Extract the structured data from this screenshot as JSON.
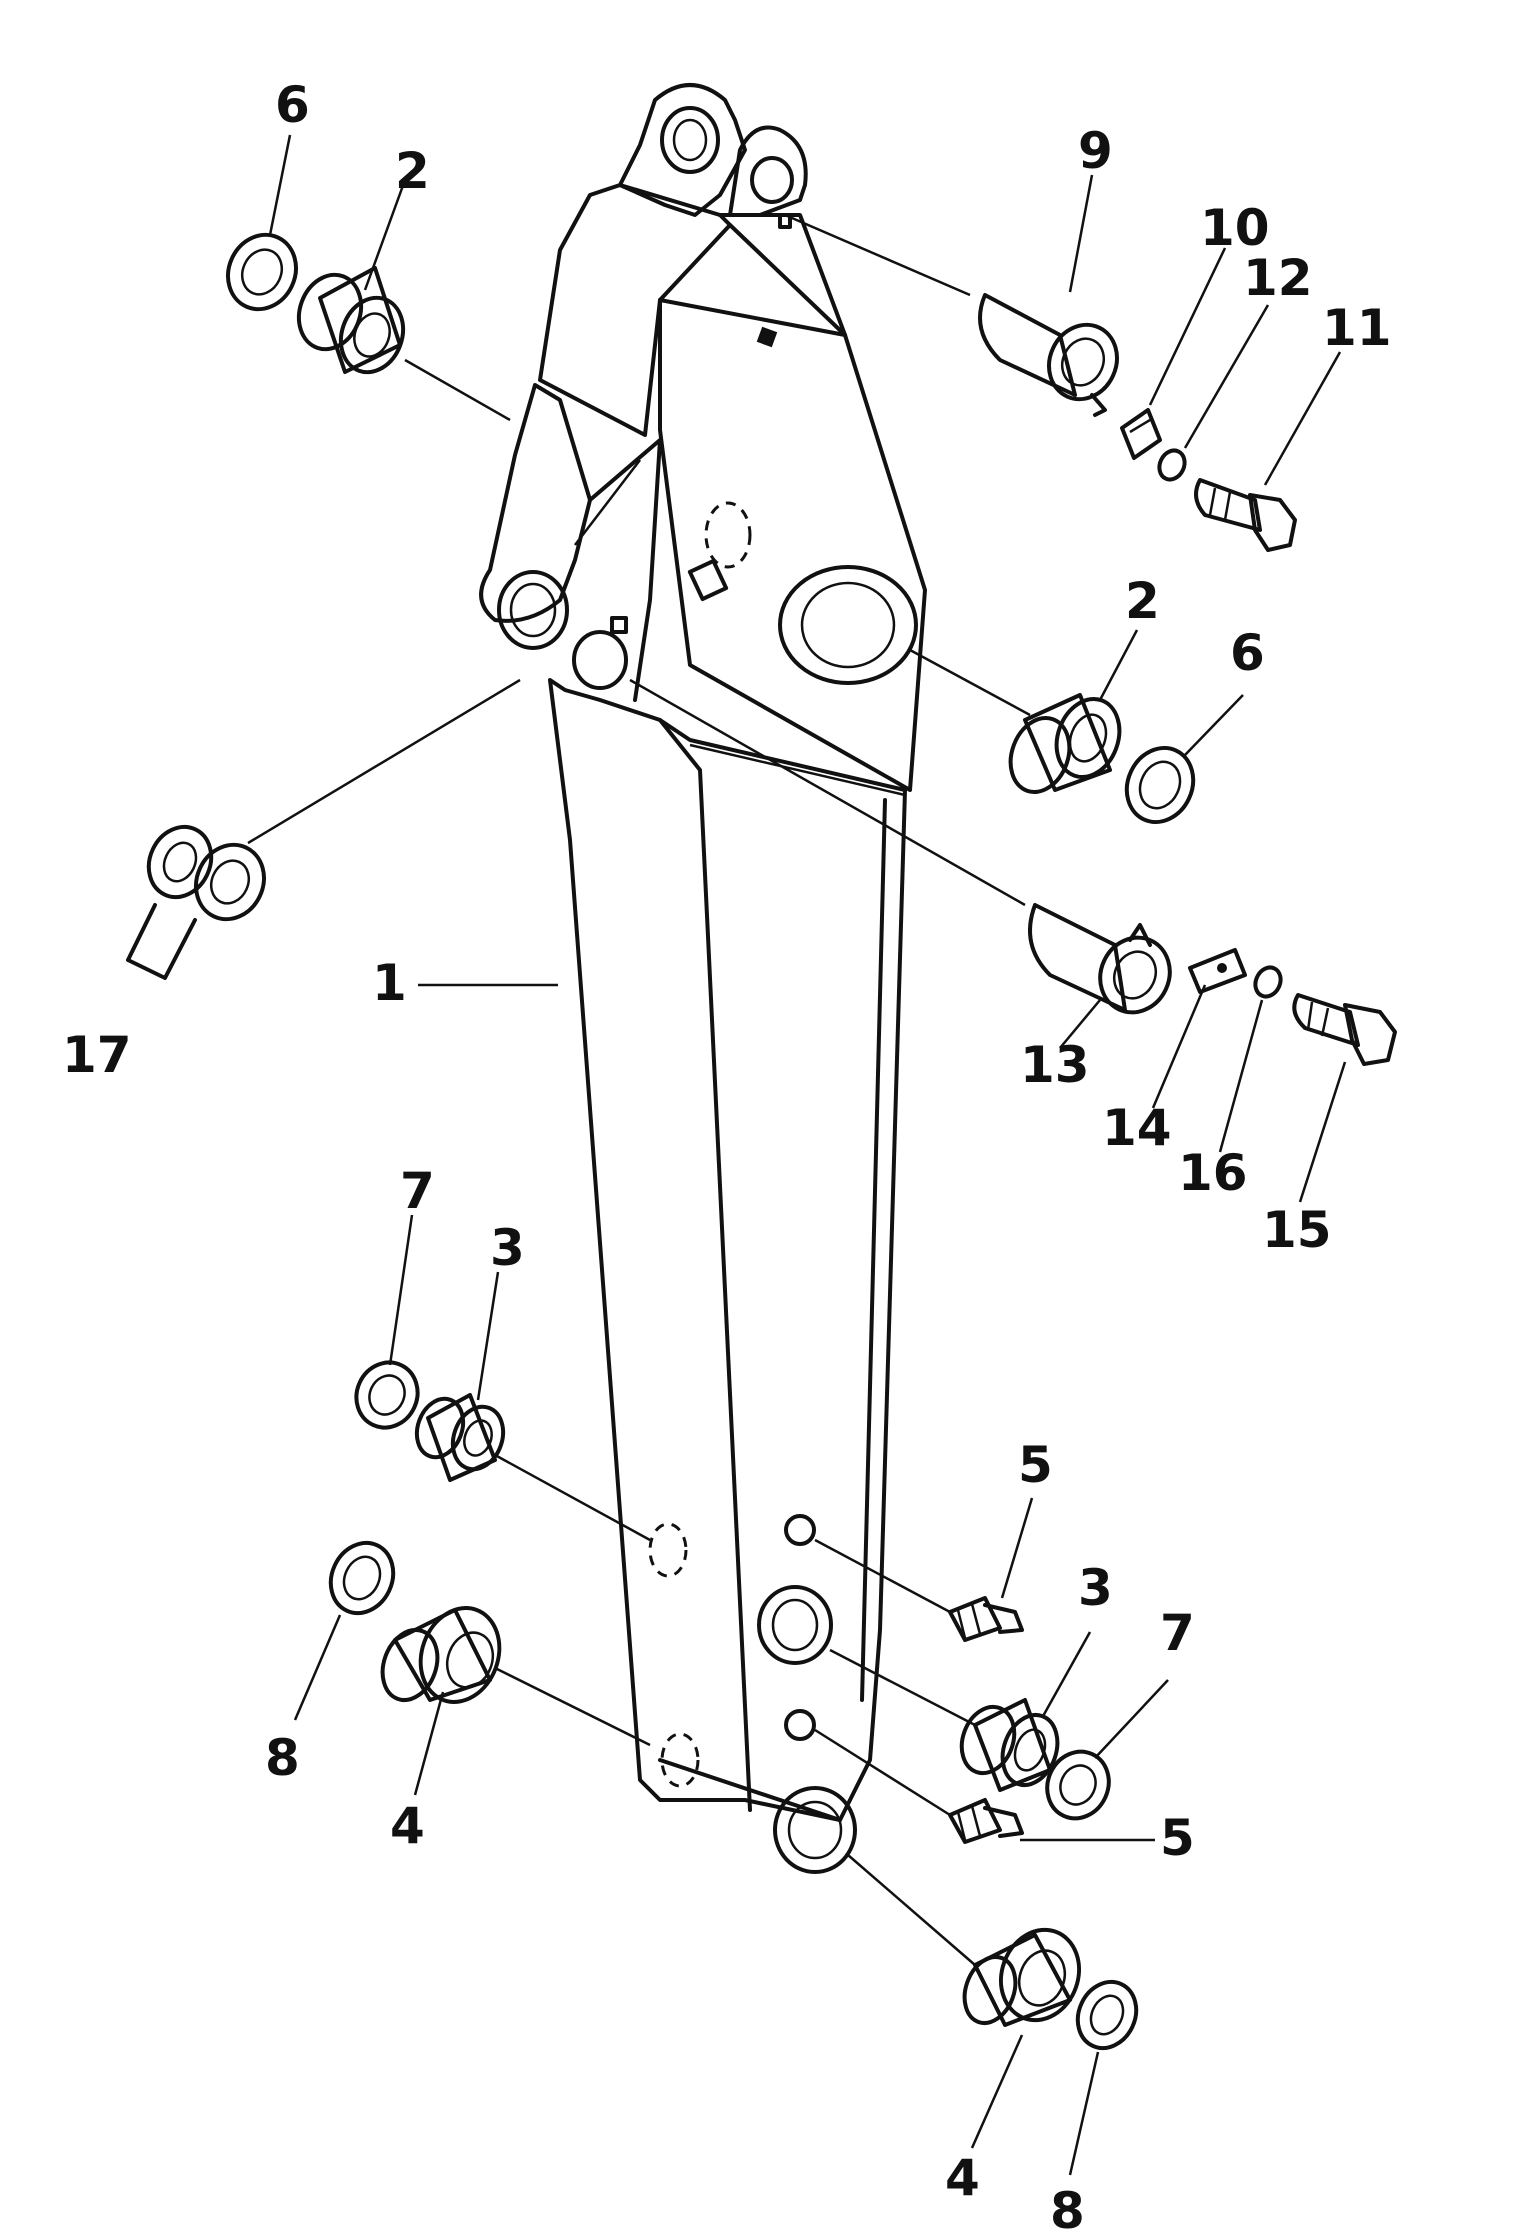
{
  "callouts": {
    "c1": "1",
    "c2a": "2",
    "c2b": "2",
    "c3a": "3",
    "c3b": "3",
    "c4a": "4",
    "c4b": "4",
    "c5a": "5",
    "c5b": "5",
    "c6a": "6",
    "c6b": "6",
    "c7a": "7",
    "c7b": "7",
    "c8a": "8",
    "c8b": "8",
    "c9": "9",
    "c10": "10",
    "c11": "11",
    "c12": "12",
    "c13": "13",
    "c14": "14",
    "c15": "15",
    "c16": "16",
    "c17": "17"
  }
}
